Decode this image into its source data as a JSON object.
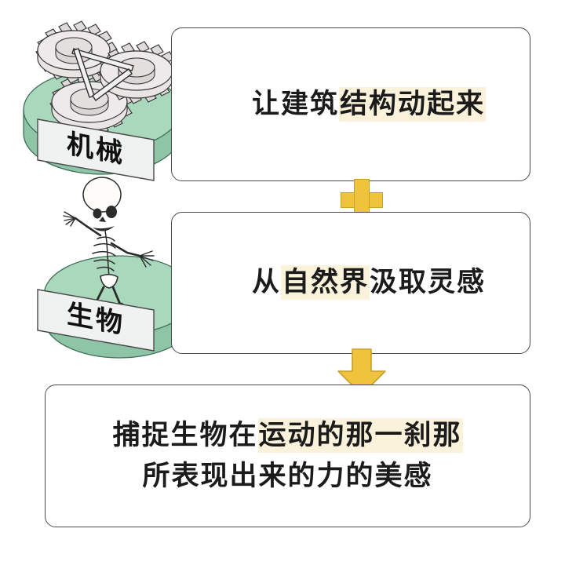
{
  "page": {
    "background_color": "#ffffff",
    "title": "机械 + 生物 概念图"
  },
  "palette": {
    "outline": "#4a4a4a",
    "highlight": "#faf2da",
    "accent_gold": "#f0c33c",
    "accent_gold_border": "#caa02c",
    "platform_green_top": "#a9d8bd",
    "platform_green_side": "#8dc5a6",
    "gear_gray": "#ebe9e9",
    "bone_white": "#fdfcf8",
    "banner_fill": "#f0f1f1",
    "text": "#1b1b1b"
  },
  "items": [
    {
      "id": "mechanical",
      "illustration_name": "gears-on-platform-illustration",
      "banner_label": "机械",
      "card": {
        "lines": [
          {
            "segments": [
              {
                "text": "让建筑",
                "highlight": false
              },
              {
                "text": "结构动起来",
                "highlight": true
              }
            ]
          }
        ]
      }
    },
    {
      "id": "biological",
      "illustration_name": "skeleton-on-platform-illustration",
      "banner_label": "生物",
      "card": {
        "lines": [
          {
            "segments": [
              {
                "text": "从",
                "highlight": false
              },
              {
                "text": "自然界",
                "highlight": true
              },
              {
                "text": "汲取灵感",
                "highlight": false
              }
            ]
          }
        ]
      }
    }
  ],
  "connectors": {
    "plus": {
      "icon": "plus-icon",
      "color": "#f0c33c"
    },
    "arrow": {
      "icon": "arrow-down-icon",
      "color": "#f0c33c"
    }
  },
  "result_card": {
    "lines": [
      {
        "segments": [
          {
            "text": "捕捉生物在",
            "highlight": false
          },
          {
            "text": "运动的那一刹那",
            "highlight": true
          }
        ]
      },
      {
        "segments": [
          {
            "text": "所表现出来的力的美感",
            "highlight": false
          }
        ]
      }
    ]
  },
  "text_plain": {
    "card_1": "让建筑结构动起来",
    "card_2": "从自然界汲取灵感",
    "card_3_line_1": "捕捉生物在运动的那一刹那",
    "card_3_line_2": "所表现出来的力的美感",
    "banner_1": "机械",
    "banner_2": "生物"
  }
}
